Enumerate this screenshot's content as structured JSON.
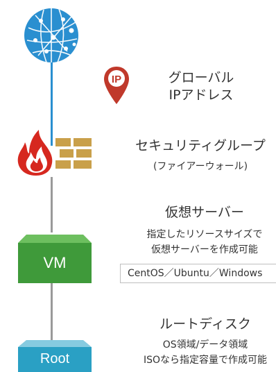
{
  "nodes": {
    "global_ip": {
      "title_line1": "グローバル",
      "title_line2": "IPアドレス",
      "badge": "IP"
    },
    "security_group": {
      "title": "セキュリティグループ",
      "subtitle": "(ファイアーウォール)"
    },
    "virtual_server": {
      "title": "仮想サーバー",
      "desc_line1": "指定したリソースサイズで",
      "desc_line2": "仮想サーバーを作成可能",
      "os_list": "CentOS／Ubuntu／Windows",
      "box_label": "VM"
    },
    "root_disk": {
      "title": "ルートディスク",
      "desc_line1": "OS領域/データ領域",
      "desc_line2": "ISOなら指定容量で作成可能",
      "box_label": "Root"
    }
  },
  "colors": {
    "globe": "#2a8fd0",
    "ip_pin": "#c0392b",
    "fire": "#d6281f",
    "brick": "#c9a04a",
    "vm_box": "#3f9a3a",
    "root_box": "#2aa0c4",
    "connector_blue": "#2a8fd0",
    "connector_gray": "#9a9a9a"
  }
}
